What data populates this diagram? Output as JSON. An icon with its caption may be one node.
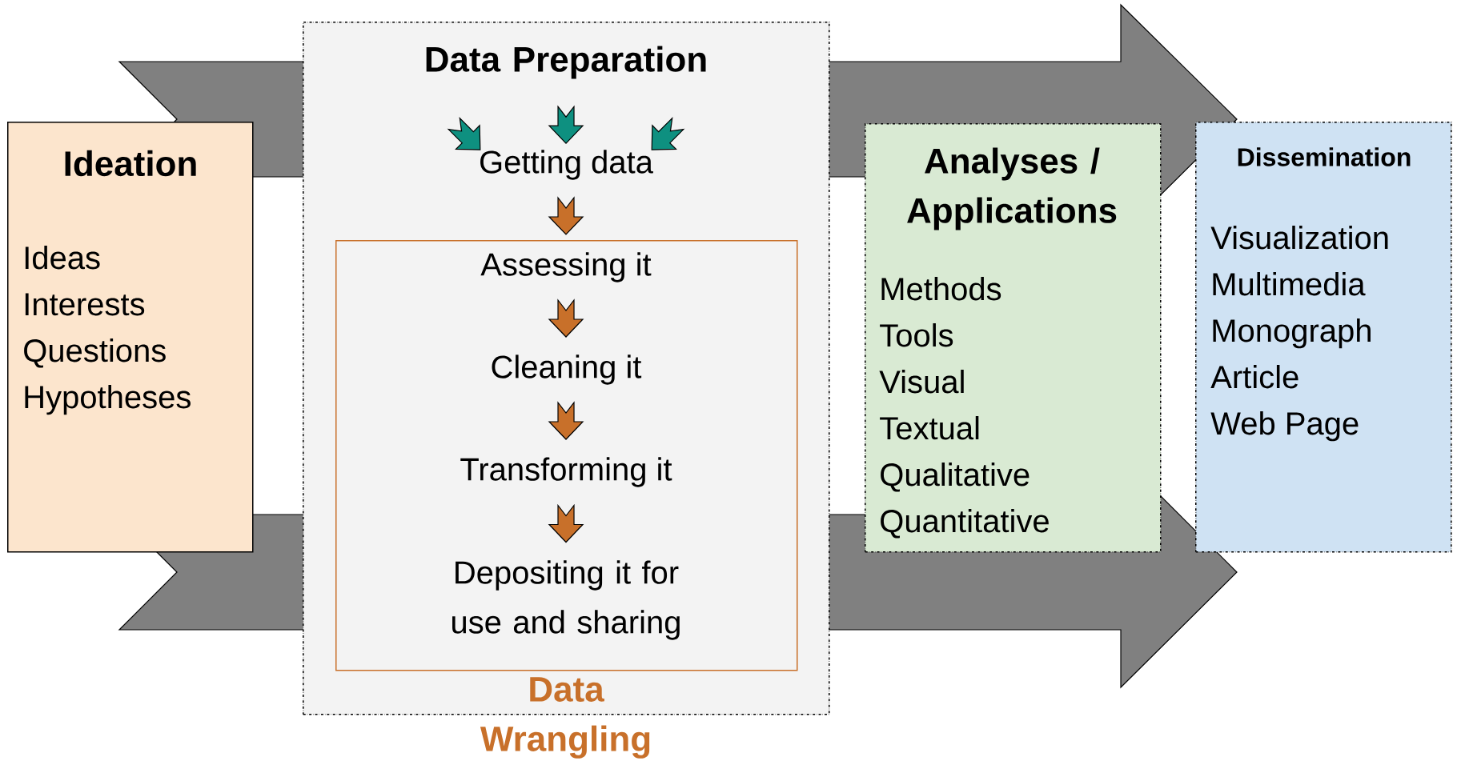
{
  "diagram": {
    "nodes": [
      {
        "text": [
          "Ideation",
          "Ideas",
          "Interests",
          "Questions",
          "Hypotheses"
        ]
      },
      {
        "text": [
          "Data Preparation"
        ]
      },
      {
        "text": [
          "Getting data"
        ],
        "in": 1
      },
      {
        "text": [
          "Data Wrangling"
        ],
        "in": 1
      },
      {
        "text": [
          "Assessing it"
        ],
        "in": 3
      },
      {
        "text": [
          "Cleaning it"
        ],
        "in": 3
      },
      {
        "text": [
          "Transforming it"
        ],
        "in": 3
      },
      {
        "text": [
          "Depositing it for use and sharing"
        ],
        "in": 3
      },
      {
        "text": [
          "Analyses / Applications",
          "Methods",
          "Tools",
          "Visual",
          "Textual",
          "Qualitative",
          "Quantitative"
        ]
      },
      {
        "text": [
          "Dissemination",
          "Visualization",
          "Multimedia",
          "Monograph",
          "Article",
          "Web Page"
        ]
      }
    ],
    "edges": [
      {
        "from": null,
        "to": 2,
        "arrow": "to",
        "color": "#0e9080"
      },
      {
        "from": null,
        "to": 2,
        "arrow": "to",
        "color": "#0e9080"
      },
      {
        "from": null,
        "to": 2,
        "arrow": "to",
        "color": "#0e9080"
      },
      {
        "from": 2,
        "to": 4,
        "arrow": "to",
        "color": "#c8702a"
      },
      {
        "from": 4,
        "to": 5,
        "arrow": "to",
        "color": "#c8702a"
      },
      {
        "from": 5,
        "to": 6,
        "arrow": "to",
        "color": "#c8702a"
      },
      {
        "from": 6,
        "to": 7,
        "arrow": "to",
        "color": "#c8702a"
      }
    ]
  }
}
